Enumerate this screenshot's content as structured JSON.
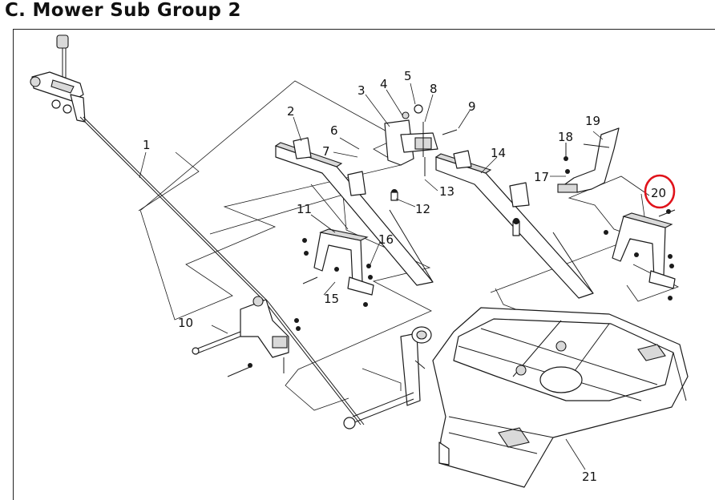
{
  "title": "C. Mower Sub Group 2",
  "callouts": [
    {
      "id": "c1",
      "text": "1"
    },
    {
      "id": "c2",
      "text": "2"
    },
    {
      "id": "c3",
      "text": "3"
    },
    {
      "id": "c4",
      "text": "4"
    },
    {
      "id": "c5",
      "text": "5"
    },
    {
      "id": "c6",
      "text": "6"
    },
    {
      "id": "c7",
      "text": "7"
    },
    {
      "id": "c8",
      "text": "8"
    },
    {
      "id": "c9",
      "text": "9"
    },
    {
      "id": "c10",
      "text": "10"
    },
    {
      "id": "c11",
      "text": "11"
    },
    {
      "id": "c12",
      "text": "12"
    },
    {
      "id": "c13",
      "text": "13"
    },
    {
      "id": "c14",
      "text": "14"
    },
    {
      "id": "c15",
      "text": "15"
    },
    {
      "id": "c16",
      "text": "16"
    },
    {
      "id": "c17",
      "text": "17"
    },
    {
      "id": "c18",
      "text": "18"
    },
    {
      "id": "c19",
      "text": "19"
    },
    {
      "id": "c20",
      "text": "20"
    },
    {
      "id": "c21",
      "text": "21"
    }
  ],
  "highlight": {
    "callout": "20",
    "color": "#e0131b"
  }
}
